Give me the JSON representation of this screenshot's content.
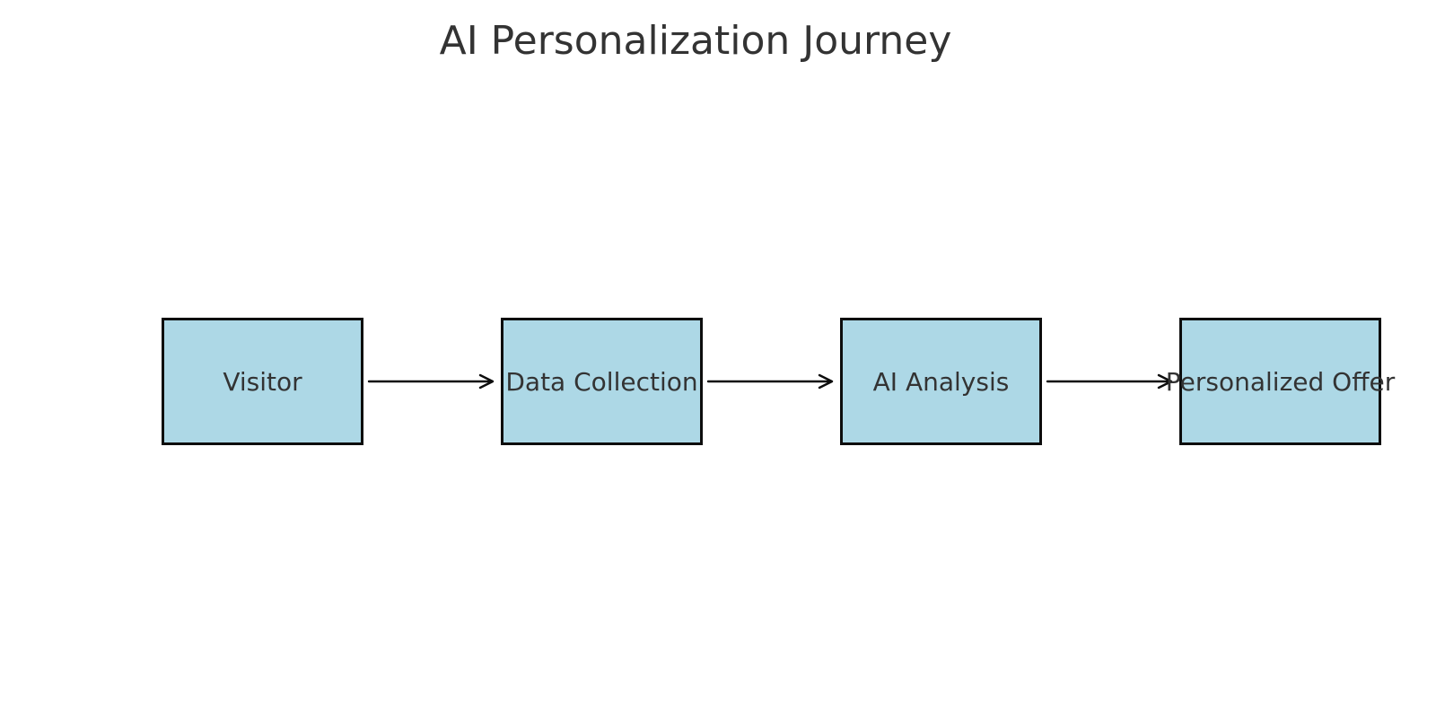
{
  "title": "AI Personalization Journey",
  "diagram": {
    "type": "flowchart",
    "direction": "left-to-right",
    "nodes": [
      {
        "id": "visitor",
        "label": "Visitor"
      },
      {
        "id": "data-collection",
        "label": "Data Collection"
      },
      {
        "id": "ai-analysis",
        "label": "AI Analysis"
      },
      {
        "id": "personalized-offer",
        "label": "Personalized Offer"
      }
    ],
    "edges": [
      {
        "from": "visitor",
        "to": "data-collection",
        "style": "arrow"
      },
      {
        "from": "data-collection",
        "to": "ai-analysis",
        "style": "arrow"
      },
      {
        "from": "ai-analysis",
        "to": "personalized-offer",
        "style": "arrow"
      }
    ],
    "colors": {
      "background": "#FFFFFF",
      "node_fill": "#ADD8E6",
      "node_border": "#0D0D0D",
      "arrow": "#0D0D0D",
      "text": "#333333"
    }
  }
}
